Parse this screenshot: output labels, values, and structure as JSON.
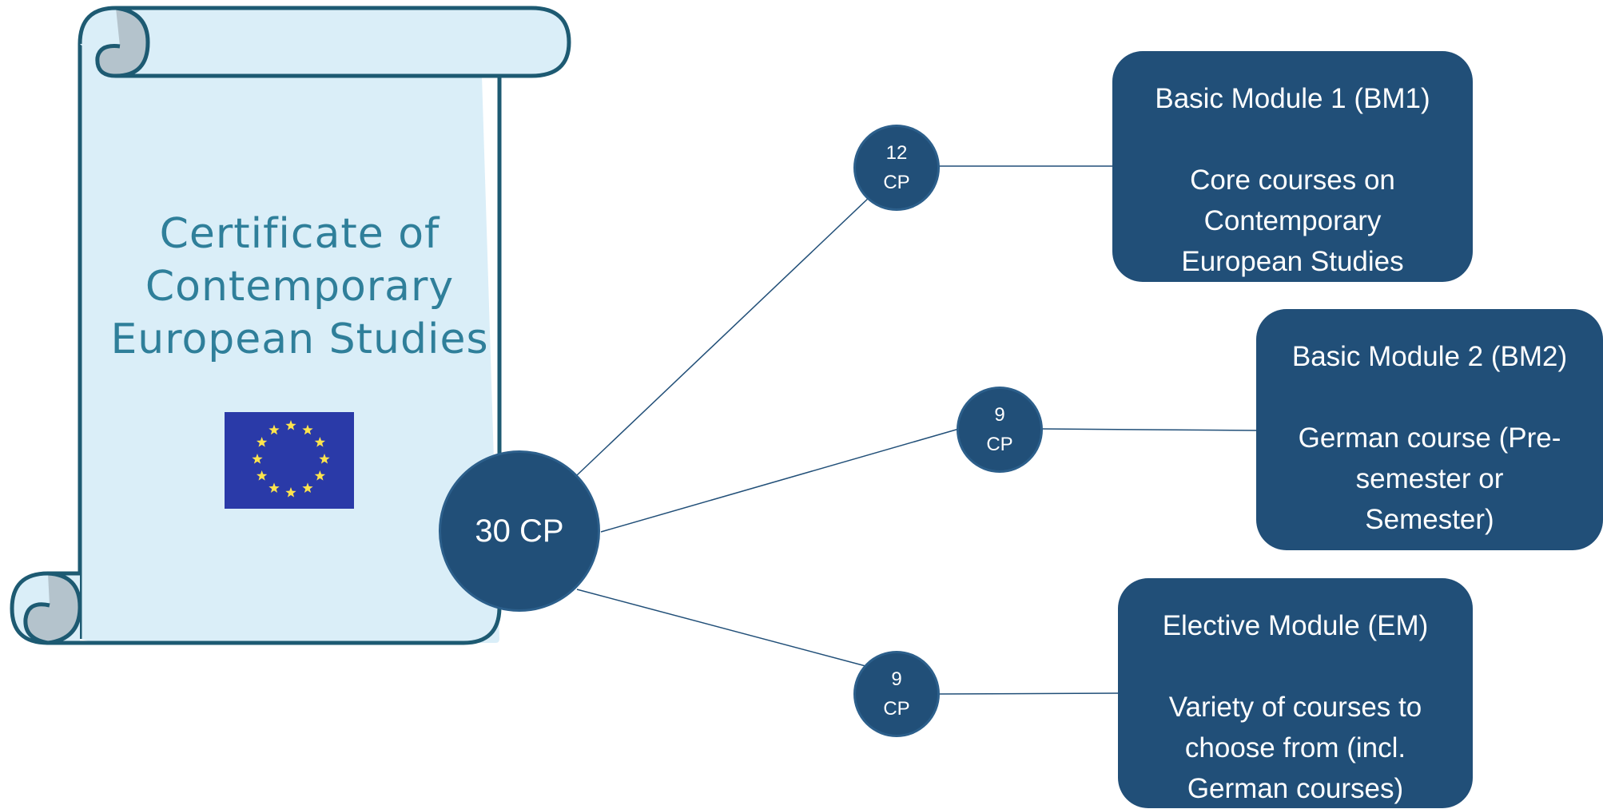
{
  "certificate": {
    "title_lines": [
      "Certificate of",
      "Contemporary",
      "European Studies"
    ]
  },
  "total_credits": "30 CP",
  "modules": [
    {
      "credit_number": "12",
      "credit_unit": "CP",
      "title": "Basic Module 1 (BM1)",
      "description_lines": [
        "Core courses on",
        "Contemporary",
        "European Studies"
      ]
    },
    {
      "credit_number": "9",
      "credit_unit": "CP",
      "title": "Basic Module 2 (BM2)",
      "description_lines": [
        "German course (Pre-",
        "semester or",
        "Semester)"
      ]
    },
    {
      "credit_number": "9",
      "credit_unit": "CP",
      "title": "Elective Module (EM)",
      "description_lines": [
        "Variety of courses to",
        "choose from (incl.",
        "German courses)"
      ]
    }
  ],
  "colors": {
    "node_fill": "#214f78",
    "scroll_fill": "#daeef8",
    "scroll_stroke": "#1d5a72",
    "scroll_curl": "#b4c3cc",
    "title_text": "#2f7f9a",
    "flag_blue": "#2a3aa8",
    "flag_star": "#ffe44d"
  },
  "icons": {
    "flag": "eu-flag-icon",
    "scroll": "scroll-icon"
  }
}
